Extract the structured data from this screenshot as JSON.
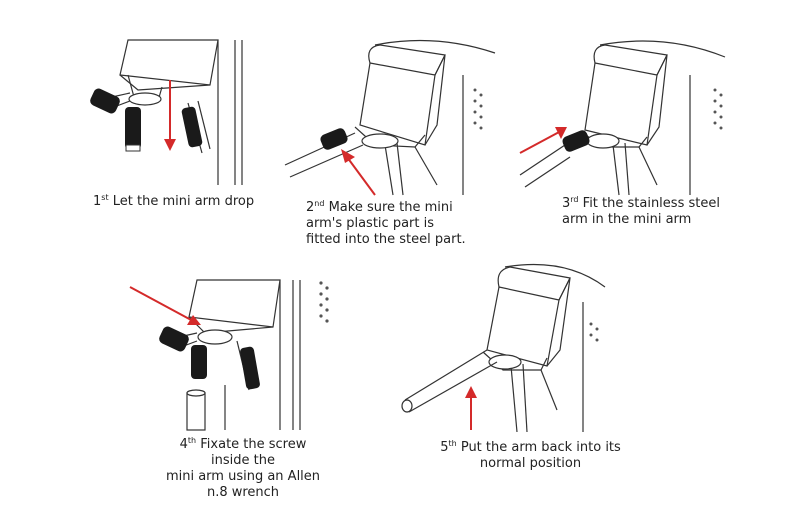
{
  "colors": {
    "line": "#333333",
    "arrow": "#d42a2a",
    "handle": "#1a1a1a",
    "fill": "#ffffff"
  },
  "steps": [
    {
      "num": "1",
      "suffix": "st",
      "lines": [
        "Let the mini arm drop"
      ]
    },
    {
      "num": "2",
      "suffix": "nd",
      "lines": [
        "Make sure the mini",
        "arm's plastic part is",
        "fitted into the steel part."
      ]
    },
    {
      "num": "3",
      "suffix": "rd",
      "lines": [
        "Fit the stainless steel",
        "arm in the mini arm"
      ]
    },
    {
      "num": "4",
      "suffix": "th",
      "lines": [
        "Fixate the screw",
        "inside the",
        "mini arm using an Allen",
        "n.8 wrench"
      ]
    },
    {
      "num": "5",
      "suffix": "th",
      "lines": [
        "Put the arm back into its",
        "normal position"
      ]
    }
  ]
}
